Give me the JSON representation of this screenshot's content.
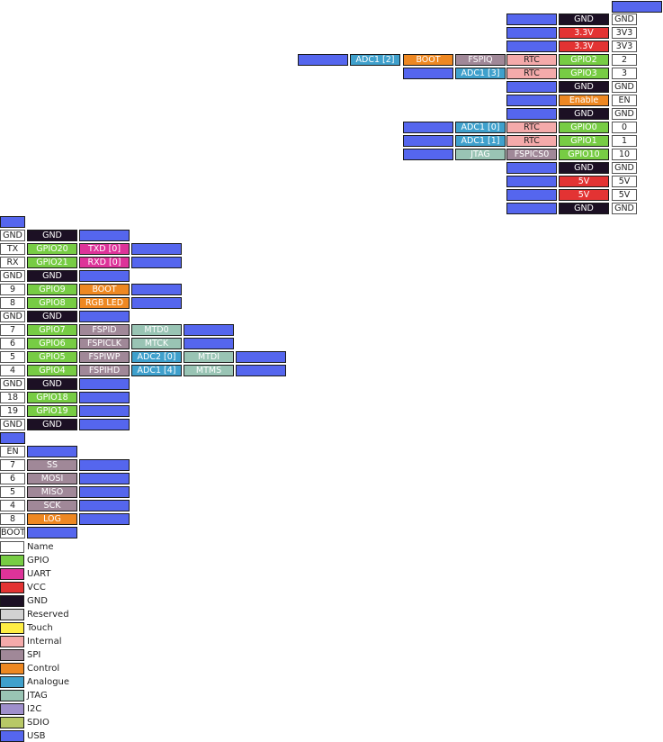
{
  "colors": {
    "usb": "#5566ee",
    "name": "#ffffff",
    "gpio": "#77cc44",
    "uart": "#dd3399",
    "vcc": "#e33333",
    "gnd": "#1c1024",
    "reserved": "#d2d2d2",
    "touch": "#ffee44",
    "internal": "#f4aaaa",
    "spi": "#a08898",
    "control": "#ee8822",
    "analogue": "#3fa0cc",
    "jtag": "#99c4b4",
    "i2c": "#9f8fcc",
    "sdio": "#b8c866"
  },
  "right_header": {
    "top_pad": "",
    "rows": [
      {
        "cells": [
          {
            "t": "usb",
            "v": ""
          },
          {
            "t": "gnd",
            "v": "GND"
          },
          {
            "t": "name",
            "v": "GND"
          }
        ]
      },
      {
        "cells": [
          {
            "t": "usb",
            "v": ""
          },
          {
            "t": "vcc",
            "v": "3.3V"
          },
          {
            "t": "name",
            "v": "3V3"
          }
        ]
      },
      {
        "cells": [
          {
            "t": "usb",
            "v": ""
          },
          {
            "t": "vcc",
            "v": "3.3V"
          },
          {
            "t": "name",
            "v": "3V3"
          }
        ]
      },
      {
        "cells": [
          {
            "t": "usb",
            "v": ""
          },
          {
            "t": "analogue",
            "v": "ADC1 [2]"
          },
          {
            "t": "control",
            "v": "BOOT"
          },
          {
            "t": "spi",
            "v": "FSPIQ"
          },
          {
            "t": "internal",
            "v": "RTC"
          },
          {
            "t": "gpio",
            "v": "GPIO2"
          },
          {
            "t": "name",
            "v": "2"
          }
        ]
      },
      {
        "cells": [
          {
            "t": "usb",
            "v": ""
          },
          {
            "t": "analogue",
            "v": "ADC1 [3]"
          },
          {
            "t": "internal",
            "v": "RTC"
          },
          {
            "t": "gpio",
            "v": "GPIO3"
          },
          {
            "t": "name",
            "v": "3"
          }
        ]
      },
      {
        "cells": [
          {
            "t": "usb",
            "v": ""
          },
          {
            "t": "gnd",
            "v": "GND"
          },
          {
            "t": "name",
            "v": "GND"
          }
        ]
      },
      {
        "cells": [
          {
            "t": "usb",
            "v": ""
          },
          {
            "t": "control",
            "v": "Enable"
          },
          {
            "t": "name",
            "v": "EN"
          }
        ]
      },
      {
        "cells": [
          {
            "t": "usb",
            "v": ""
          },
          {
            "t": "gnd",
            "v": "GND"
          },
          {
            "t": "name",
            "v": "GND"
          }
        ]
      },
      {
        "cells": [
          {
            "t": "usb",
            "v": ""
          },
          {
            "t": "analogue",
            "v": "ADC1 [0]"
          },
          {
            "t": "internal",
            "v": "RTC"
          },
          {
            "t": "gpio",
            "v": "GPIO0"
          },
          {
            "t": "name",
            "v": "0"
          }
        ]
      },
      {
        "cells": [
          {
            "t": "usb",
            "v": ""
          },
          {
            "t": "analogue",
            "v": "ADC1 [1]"
          },
          {
            "t": "internal",
            "v": "RTC"
          },
          {
            "t": "gpio",
            "v": "GPIO1"
          },
          {
            "t": "name",
            "v": "1"
          }
        ]
      },
      {
        "cells": [
          {
            "t": "usb",
            "v": ""
          },
          {
            "t": "jtag",
            "v": "JTAG"
          },
          {
            "t": "spi",
            "v": "FSPICS0"
          },
          {
            "t": "gpio",
            "v": "GPIO10"
          },
          {
            "t": "name",
            "v": "10"
          }
        ]
      },
      {
        "cells": [
          {
            "t": "usb",
            "v": ""
          },
          {
            "t": "gnd",
            "v": "GND"
          },
          {
            "t": "name",
            "v": "GND"
          }
        ]
      },
      {
        "cells": [
          {
            "t": "usb",
            "v": ""
          },
          {
            "t": "vcc",
            "v": "5V"
          },
          {
            "t": "name",
            "v": "5V"
          }
        ]
      },
      {
        "cells": [
          {
            "t": "usb",
            "v": ""
          },
          {
            "t": "vcc",
            "v": "5V"
          },
          {
            "t": "name",
            "v": "5V"
          }
        ]
      },
      {
        "cells": [
          {
            "t": "usb",
            "v": ""
          },
          {
            "t": "gnd",
            "v": "GND"
          },
          {
            "t": "name",
            "v": "GND"
          }
        ]
      }
    ]
  },
  "left_header": {
    "rows": [
      {
        "cells": [
          {
            "t": "usb",
            "v": ""
          }
        ]
      },
      {
        "cells": [
          {
            "t": "name",
            "v": "GND"
          },
          {
            "t": "gnd",
            "v": "GND"
          },
          {
            "t": "usb",
            "v": ""
          }
        ]
      },
      {
        "cells": [
          {
            "t": "name",
            "v": "TX"
          },
          {
            "t": "gpio",
            "v": "GPIO20"
          },
          {
            "t": "uart",
            "v": "TXD [0]"
          },
          {
            "t": "usb",
            "v": ""
          }
        ]
      },
      {
        "cells": [
          {
            "t": "name",
            "v": "RX"
          },
          {
            "t": "gpio",
            "v": "GPIO21"
          },
          {
            "t": "uart",
            "v": "RXD [0]"
          },
          {
            "t": "usb",
            "v": ""
          }
        ]
      },
      {
        "cells": [
          {
            "t": "name",
            "v": "GND"
          },
          {
            "t": "gnd",
            "v": "GND"
          },
          {
            "t": "usb",
            "v": ""
          }
        ]
      },
      {
        "cells": [
          {
            "t": "name",
            "v": "9"
          },
          {
            "t": "gpio",
            "v": "GPIO9"
          },
          {
            "t": "control",
            "v": "BOOT"
          },
          {
            "t": "usb",
            "v": ""
          }
        ]
      },
      {
        "cells": [
          {
            "t": "name",
            "v": "8"
          },
          {
            "t": "gpio",
            "v": "GPIO8"
          },
          {
            "t": "control",
            "v": "RGB LED"
          },
          {
            "t": "usb",
            "v": ""
          }
        ]
      },
      {
        "cells": [
          {
            "t": "name",
            "v": "GND"
          },
          {
            "t": "gnd",
            "v": "GND"
          },
          {
            "t": "usb",
            "v": ""
          }
        ]
      },
      {
        "cells": [
          {
            "t": "name",
            "v": "7"
          },
          {
            "t": "gpio",
            "v": "GPIO7"
          },
          {
            "t": "spi",
            "v": "FSPID"
          },
          {
            "t": "jtag",
            "v": "MTD0"
          },
          {
            "t": "usb",
            "v": ""
          }
        ]
      },
      {
        "cells": [
          {
            "t": "name",
            "v": "6"
          },
          {
            "t": "gpio",
            "v": "GPIO6"
          },
          {
            "t": "spi",
            "v": "FSPICLK"
          },
          {
            "t": "jtag",
            "v": "MTCK"
          },
          {
            "t": "usb",
            "v": ""
          }
        ]
      },
      {
        "cells": [
          {
            "t": "name",
            "v": "5"
          },
          {
            "t": "gpio",
            "v": "GPIO5"
          },
          {
            "t": "spi",
            "v": "FSPIWP"
          },
          {
            "t": "analogue",
            "v": "ADC2 [0]"
          },
          {
            "t": "jtag",
            "v": "MTDI"
          },
          {
            "t": "usb",
            "v": ""
          }
        ]
      },
      {
        "cells": [
          {
            "t": "name",
            "v": "4"
          },
          {
            "t": "gpio",
            "v": "GPIO4"
          },
          {
            "t": "spi",
            "v": "FSPIHD"
          },
          {
            "t": "analogue",
            "v": "ADC1 [4]"
          },
          {
            "t": "jtag",
            "v": "MTMS"
          },
          {
            "t": "usb",
            "v": ""
          }
        ]
      },
      {
        "cells": [
          {
            "t": "name",
            "v": "GND"
          },
          {
            "t": "gnd",
            "v": "GND"
          },
          {
            "t": "usb",
            "v": ""
          }
        ]
      },
      {
        "cells": [
          {
            "t": "name",
            "v": "18"
          },
          {
            "t": "gpio",
            "v": "GPIO18"
          },
          {
            "t": "usb",
            "v": ""
          }
        ]
      },
      {
        "cells": [
          {
            "t": "name",
            "v": "19"
          },
          {
            "t": "gpio",
            "v": "GPIO19"
          },
          {
            "t": "usb",
            "v": ""
          }
        ]
      },
      {
        "cells": [
          {
            "t": "name",
            "v": "GND"
          },
          {
            "t": "gnd",
            "v": "GND"
          },
          {
            "t": "usb",
            "v": ""
          }
        ]
      }
    ]
  },
  "control_block": {
    "rows": [
      {
        "cells": [
          {
            "t": "usb",
            "v": ""
          }
        ]
      },
      {
        "cells": [
          {
            "t": "name",
            "v": "EN"
          },
          {
            "t": "usb",
            "v": ""
          }
        ]
      },
      {
        "cells": [
          {
            "t": "name",
            "v": "7"
          },
          {
            "t": "spi",
            "v": "SS"
          },
          {
            "t": "usb",
            "v": ""
          }
        ]
      },
      {
        "cells": [
          {
            "t": "name",
            "v": "6"
          },
          {
            "t": "spi",
            "v": "MOSI"
          },
          {
            "t": "usb",
            "v": ""
          }
        ]
      },
      {
        "cells": [
          {
            "t": "name",
            "v": "5"
          },
          {
            "t": "spi",
            "v": "MISO"
          },
          {
            "t": "usb",
            "v": ""
          }
        ]
      },
      {
        "cells": [
          {
            "t": "name",
            "v": "4"
          },
          {
            "t": "spi",
            "v": "SCK"
          },
          {
            "t": "usb",
            "v": ""
          }
        ]
      },
      {
        "cells": [
          {
            "t": "name",
            "v": "8"
          },
          {
            "t": "control",
            "v": "LOG"
          },
          {
            "t": "usb",
            "v": ""
          }
        ]
      },
      {
        "cells": [
          {
            "t": "name",
            "v": "BOOT"
          },
          {
            "t": "usb",
            "v": ""
          }
        ]
      }
    ]
  },
  "legend": [
    {
      "t": "name",
      "label": "Name"
    },
    {
      "t": "gpio",
      "label": "GPIO"
    },
    {
      "t": "uart",
      "label": "UART"
    },
    {
      "t": "vcc",
      "label": "VCC"
    },
    {
      "t": "gnd",
      "label": "GND"
    },
    {
      "t": "reserved",
      "label": "Reserved"
    },
    {
      "t": "touch",
      "label": "Touch"
    },
    {
      "t": "internal",
      "label": "Internal"
    },
    {
      "t": "spi",
      "label": "SPI"
    },
    {
      "t": "control",
      "label": "Control"
    },
    {
      "t": "analogue",
      "label": "Analogue"
    },
    {
      "t": "jtag",
      "label": "JTAG"
    },
    {
      "t": "i2c",
      "label": "I2C"
    },
    {
      "t": "sdio",
      "label": "SDIO"
    },
    {
      "t": "usb",
      "label": "USB"
    }
  ]
}
